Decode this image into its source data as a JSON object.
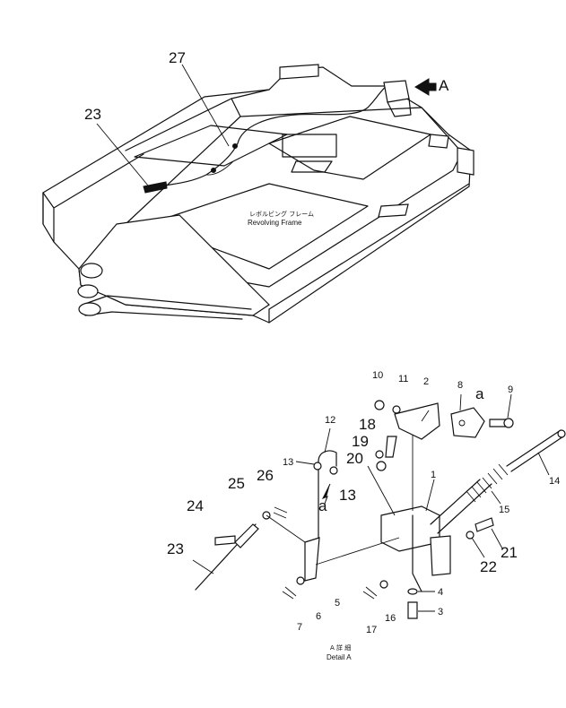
{
  "figure": {
    "frame_caption_jp": "レボルビング フレーム",
    "frame_caption_en": "Revolving Frame",
    "arrow_label": "A",
    "detail_caption_jp": "A 詳 細",
    "detail_caption_en": "Detail A",
    "sub_label_a1": "a",
    "sub_label_a2": "a"
  },
  "callouts": {
    "p27": "27",
    "p23_top": "23",
    "p1": "1",
    "p2": "2",
    "p3": "3",
    "p4": "4",
    "p5": "5",
    "p6": "6",
    "p7": "7",
    "p8": "8",
    "p9": "9",
    "p10": "10",
    "p11": "11",
    "p12": "12",
    "p13a": "13",
    "p13b": "13",
    "p14": "14",
    "p15": "15",
    "p16": "16",
    "p17": "17",
    "p18": "18",
    "p19": "19",
    "p20": "20",
    "p21": "21",
    "p22": "22",
    "p23": "23",
    "p24": "24",
    "p25": "25",
    "p26": "26"
  }
}
